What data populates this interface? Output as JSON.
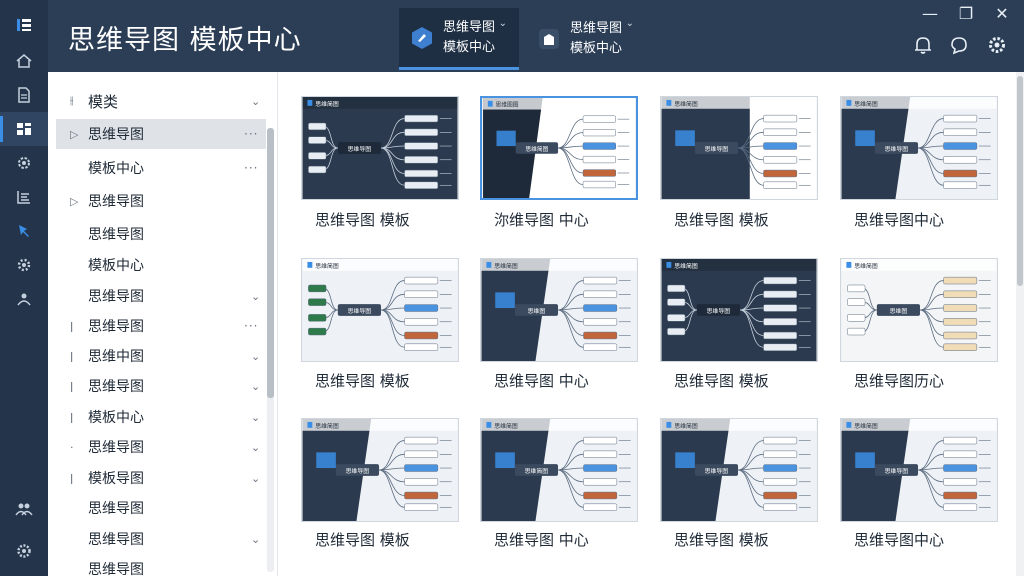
{
  "app": {
    "title": "思维导图 模板中心"
  },
  "tabs": [
    {
      "line1": "思维导图",
      "line2": "模板中心",
      "active": true
    },
    {
      "line1": "思维导图",
      "line2": "模板中心",
      "active": false
    }
  ],
  "window_controls": {
    "minimize": "—",
    "restore": "❐",
    "close": "✕"
  },
  "rail": {
    "items": [
      "logo-icon",
      "home-icon",
      "document-icon",
      "grid-icon",
      "settings-gear-icon",
      "list-icon",
      "cursor-icon",
      "gear-icon",
      "team-icon"
    ],
    "bottom": [
      "users-icon",
      "settings-icon"
    ]
  },
  "tree": {
    "items": [
      {
        "label": "模类",
        "marker": "⫲",
        "suffix": "⌄"
      },
      {
        "label": "思维导图",
        "marker": "▷",
        "suffix": "···",
        "selected": true
      },
      {
        "label": "模板中心",
        "marker": "",
        "suffix": "···"
      },
      {
        "label": "思维导图",
        "marker": "▷",
        "suffix": ""
      },
      {
        "label": "思维导图",
        "marker": "",
        "suffix": ""
      },
      {
        "label": "模板中心",
        "marker": "",
        "suffix": ""
      },
      {
        "label": "思维导图",
        "marker": "",
        "suffix": "⌄"
      },
      {
        "label": "思维导图",
        "marker": "ǀ",
        "suffix": "···"
      },
      {
        "label": "思维中图",
        "marker": "ǀ",
        "suffix": "⌄"
      },
      {
        "label": "思维导图",
        "marker": "ǀ",
        "suffix": "⌄"
      },
      {
        "label": "模板中心",
        "marker": "ǀ",
        "suffix": "⌄"
      },
      {
        "label": "思维导图",
        "marker": "·",
        "suffix": "⌄"
      },
      {
        "label": "模板导图",
        "marker": "ǀ",
        "suffix": "⌄"
      },
      {
        "label": "思维导图",
        "marker": "",
        "suffix": ""
      },
      {
        "label": "思维导图",
        "marker": "",
        "suffix": "⌄"
      },
      {
        "label": "思维导图",
        "marker": "",
        "suffix": ""
      }
    ]
  },
  "templates": [
    {
      "label": "思维导图 模板",
      "thumb_title": "思维简图",
      "style": "dark",
      "center": "思维导图"
    },
    {
      "label": "沵维导图 中心",
      "thumb_title": "思维图图",
      "style": "light-left",
      "center": "思维简图"
    },
    {
      "label": "思维导图 模板",
      "thumb_title": "思维简图",
      "style": "dark-white",
      "center": "思维导图"
    },
    {
      "label": "思维导图中心",
      "thumb_title": "思维简图",
      "style": "dark-left",
      "center": "思维导图"
    },
    {
      "label": "思维导图 模板",
      "thumb_title": "思维简图",
      "style": "light",
      "center": "思维导图"
    },
    {
      "label": "思维导图 中心",
      "thumb_title": "思维简图",
      "style": "dark-left",
      "center": "思维图"
    },
    {
      "label": "思维导图 模板",
      "thumb_title": "思维简图",
      "style": "dark",
      "center": "思维导图"
    },
    {
      "label": "思维导图历心",
      "thumb_title": "思维简图",
      "style": "light-box",
      "center": "思维图"
    },
    {
      "label": "思维导图 模板",
      "thumb_title": "思维简图",
      "style": "dark-left",
      "center": "思维导图"
    },
    {
      "label": "思维导图 中心",
      "thumb_title": "思维简图",
      "style": "dark-left",
      "center": "思维简图"
    },
    {
      "label": "思维导图 模板",
      "thumb_title": "思维简图",
      "style": "dark-left",
      "center": "思维导图"
    },
    {
      "label": "思维导图中心",
      "thumb_title": "思维简图",
      "style": "dark-left",
      "center": "思维导图"
    }
  ]
}
